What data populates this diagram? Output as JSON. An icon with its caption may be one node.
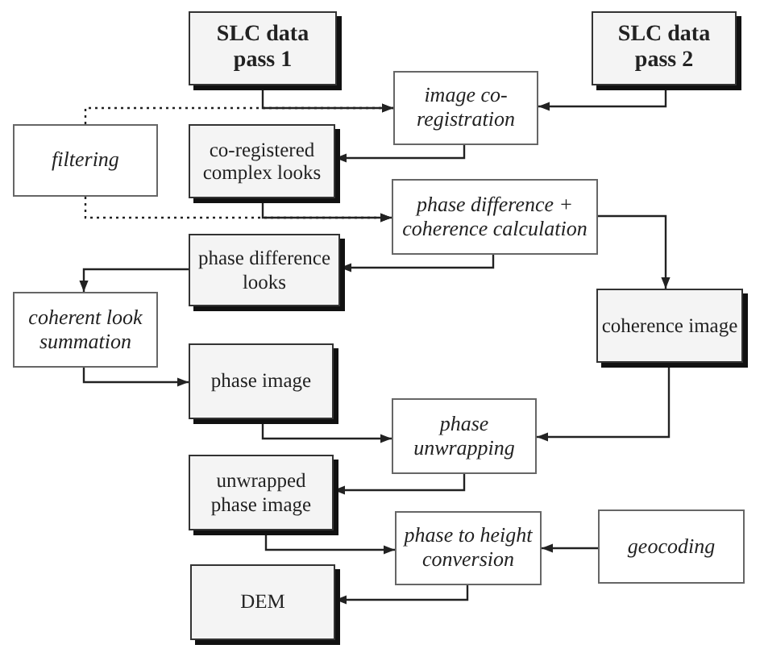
{
  "diagram": {
    "nodes": [
      {
        "text": [
          "SLC data pass 1"
        ]
      },
      {
        "text": [
          "SLC data pass 2"
        ]
      },
      {
        "text": [
          "image co-registration"
        ]
      },
      {
        "text": [
          "filtering"
        ]
      },
      {
        "text": [
          "co-registered complex looks"
        ]
      },
      {
        "text": [
          "phase difference + coherence calculation"
        ]
      },
      {
        "text": [
          "phase difference looks"
        ]
      },
      {
        "text": [
          "coherent look summation"
        ]
      },
      {
        "text": [
          "coherence image"
        ]
      },
      {
        "text": [
          "phase image"
        ]
      },
      {
        "text": [
          "phase unwrapping"
        ]
      },
      {
        "text": [
          "unwrapped phase image"
        ]
      },
      {
        "text": [
          "phase to height conversion"
        ]
      },
      {
        "text": [
          "geocoding"
        ]
      },
      {
        "text": [
          "DEM"
        ]
      }
    ],
    "edges": [
      {
        "from": 0,
        "to": 2,
        "arrow": "to"
      },
      {
        "from": 1,
        "to": 2,
        "arrow": "to"
      },
      {
        "from": 2,
        "to": 4,
        "arrow": "to"
      },
      {
        "from": 3,
        "to": 2,
        "arrow": "to",
        "style": "dashed"
      },
      {
        "from": 4,
        "to": 5,
        "arrow": "to"
      },
      {
        "from": 3,
        "to": 5,
        "arrow": "to",
        "style": "dashed"
      },
      {
        "from": 5,
        "to": 6,
        "arrow": "to"
      },
      {
        "from": 5,
        "to": 8,
        "arrow": "to"
      },
      {
        "from": 6,
        "to": 7,
        "arrow": "to"
      },
      {
        "from": 7,
        "to": 9,
        "arrow": "to"
      },
      {
        "from": 9,
        "to": 10,
        "arrow": "to"
      },
      {
        "from": 8,
        "to": 10,
        "arrow": "to"
      },
      {
        "from": 10,
        "to": 11,
        "arrow": "to"
      },
      {
        "from": 11,
        "to": 12,
        "arrow": "to"
      },
      {
        "from": 13,
        "to": 12,
        "arrow": "to"
      },
      {
        "from": 12,
        "to": 14,
        "arrow": "to"
      }
    ]
  }
}
